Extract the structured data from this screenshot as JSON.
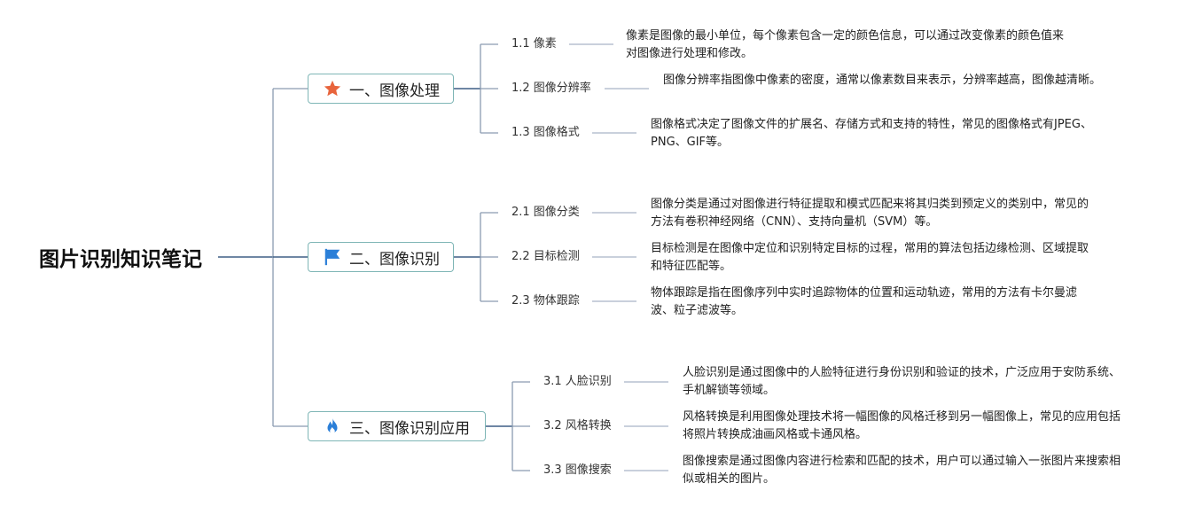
{
  "root": {
    "title": "图片识别知识笔记"
  },
  "branches": [
    {
      "label": "一、图像处理",
      "icon": "star-icon",
      "icon_color": "#e8643c",
      "topics": [
        {
          "label": "1.1 像素",
          "desc": "像素是图像的最小单位，每个像素包含一定的颜色信息，可以通过改变像素的颜色值来对图像进行处理和修改。"
        },
        {
          "label": "1.2 图像分辨率",
          "desc": "图像分辨率指图像中像素的密度，通常以像素数目来表示，分辨率越高，图像越清晰。"
        },
        {
          "label": "1.3 图像格式",
          "desc": "图像格式决定了图像文件的扩展名、存储方式和支持的特性，常见的图像格式有JPEG、PNG、GIF等。"
        }
      ]
    },
    {
      "label": "二、图像识别",
      "icon": "flag-icon",
      "icon_color": "#2b7fd8",
      "topics": [
        {
          "label": "2.1 图像分类",
          "desc": "图像分类是通过对图像进行特征提取和模式匹配来将其归类到预定义的类别中，常见的方法有卷积神经网络（CNN）、支持向量机（SVM）等。"
        },
        {
          "label": "2.2 目标检测",
          "desc": "目标检测是在图像中定位和识别特定目标的过程，常用的算法包括边缘检测、区域提取和特征匹配等。"
        },
        {
          "label": "2.3 物体跟踪",
          "desc": "物体跟踪是指在图像序列中实时追踪物体的位置和运动轨迹，常用的方法有卡尔曼滤波、粒子滤波等。"
        }
      ]
    },
    {
      "label": "三、图像识别应用",
      "icon": "flame-icon",
      "icon_color": "#2b7fd8",
      "topics": [
        {
          "label": "3.1 人脸识别",
          "desc": "人脸识别是通过图像中的人脸特征进行身份识别和验证的技术，广泛应用于安防系统、手机解锁等领域。"
        },
        {
          "label": "3.2 风格转换",
          "desc": "风格转换是利用图像处理技术将一幅图像的风格迁移到另一幅图像上，常见的应用包括将照片转换成油画风格或卡通风格。"
        },
        {
          "label": "3.3 图像搜索",
          "desc": "图像搜索是通过图像内容进行检索和匹配的技术，用户可以通过输入一张图片来搜索相似或相关的图片。"
        }
      ]
    }
  ]
}
